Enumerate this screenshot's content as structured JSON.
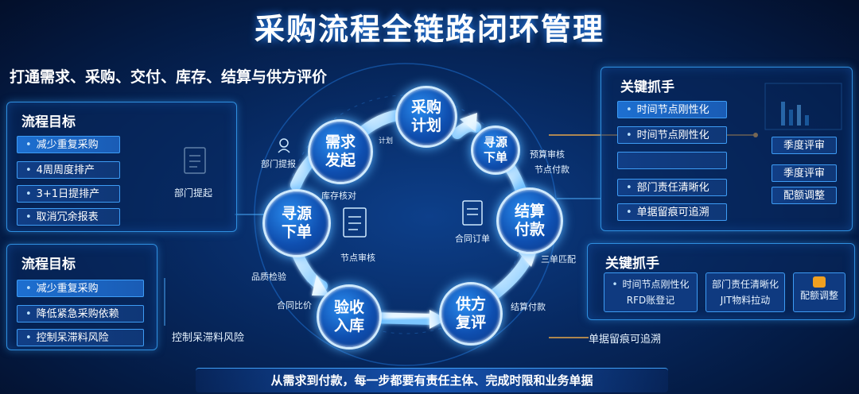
{
  "title": "采购流程全链路闭环管理",
  "subtitle": "打通需求、采购、交付、库存、结算与供方评价",
  "left_top_panel": {
    "title": "流程目标",
    "items": [
      "减少重复采购",
      "4周周度排产",
      "3+1日提排产",
      "取消冗余报表"
    ],
    "doc_label": "部门提起"
  },
  "left_bottom_panel": {
    "title": "流程目标",
    "items": [
      "减少重复采购",
      "降低紧急采购依赖",
      "控制呆滞料风险"
    ],
    "footer_label": "控制呆滞料风险"
  },
  "right_top_panel": {
    "title": "关键抓手",
    "items": [
      "时间节点刚性化",
      "时间节点刚性化",
      "",
      "部门责任清晰化",
      "单据留痕可追溯"
    ],
    "side_items": [
      "季度评审",
      "季度评审",
      "配额调整"
    ]
  },
  "right_bottom_panel": {
    "title": "关键抓手",
    "cards": [
      {
        "line1": "时间节点刚性化",
        "line2": "RFD账登记"
      },
      {
        "line1": "部门责任清晰化",
        "line2": "JIT物料拉动"
      },
      {
        "line1": "",
        "line2": "配额调整"
      }
    ],
    "footer_label": "单据留痕可追溯"
  },
  "nodes": {
    "plan": "采购\n计划",
    "demand": "需求\n发起",
    "source_left": "寻源\n下单",
    "source_right": "寻源\n下单",
    "accept": "验收\n入库",
    "review": "供方\n复评",
    "settle": "结算\n付款"
  },
  "labels": {
    "dept_request": "部门提报",
    "top_small": "计划",
    "inventory_check": "库存核对",
    "node_review": "节点审核",
    "contract_order": "合同订单",
    "prepay_review": "预算审核",
    "node_payment": "节点付款",
    "three_match": "三单匹配",
    "quality_check": "品质检验",
    "contract_compare": "合同比价",
    "settle_payment": "结算付款"
  },
  "bottom_banner": "从需求到付款，每一步都要有责任主体、完成时限和业务单据",
  "colors": {
    "accent": "#2f8fe0",
    "background": "#072a63",
    "node_border": "#cfeaff"
  }
}
